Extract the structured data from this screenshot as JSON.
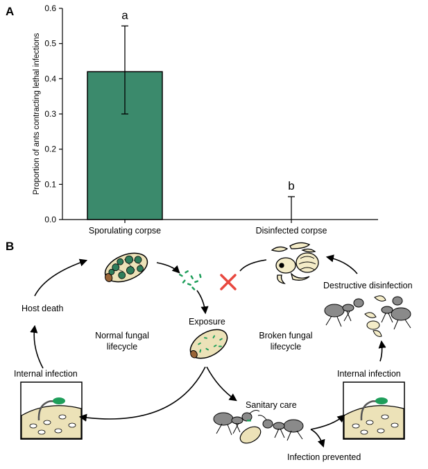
{
  "panel_a_label": "A",
  "panel_b_label": "B",
  "chart_data": {
    "type": "bar",
    "ylabel": "Proportion of ants contracting lethal infections",
    "ylim": [
      0,
      0.6
    ],
    "yticks": [
      "0.0",
      "0.1",
      "0.2",
      "0.3",
      "0.4",
      "0.5",
      "0.6"
    ],
    "categories": [
      "Sporulating corpse",
      "Disinfected corpse"
    ],
    "values": [
      0.42,
      0.0
    ],
    "error_upper": [
      0.55,
      0.065
    ],
    "error_lower": [
      0.3,
      0.0
    ],
    "significance_letters": [
      "a",
      "b"
    ],
    "bar_color": "#3b8a6c"
  },
  "diagram": {
    "labels": {
      "host_death": "Host death",
      "exposure": "Exposure",
      "normal_lifecycle": "Normal fungal lifecycle",
      "broken_lifecycle": "Broken fungal lifecycle",
      "internal_infection_left": "Internal infection",
      "internal_infection_right": "Internal infection",
      "sanitary_care": "Sanitary care",
      "infection_prevented": "Infection prevented",
      "destructive_disinfection": "Destructive disinfection"
    },
    "colors": {
      "fungus_green": "#2f7d5b",
      "spore_green": "#1e9e5a",
      "corpse_fill": "#ece2b8",
      "cross_red": "#e8483f",
      "ant_gray": "#8a8a8a"
    }
  }
}
